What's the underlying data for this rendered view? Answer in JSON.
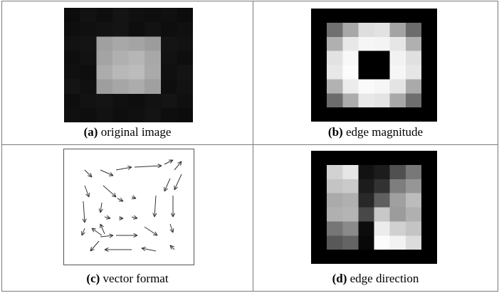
{
  "panels": [
    {
      "tag": "(a)",
      "caption": "original image"
    },
    {
      "tag": "(b)",
      "caption": "edge magnitude"
    },
    {
      "tag": "(c)",
      "caption": "vector format"
    },
    {
      "tag": "(d)",
      "caption": "edge direction"
    }
  ],
  "images": {
    "original": [
      [
        12,
        18,
        14,
        20,
        16,
        14,
        16,
        12
      ],
      [
        14,
        16,
        18,
        20,
        14,
        18,
        14,
        16
      ],
      [
        18,
        20,
        160,
        168,
        164,
        156,
        20,
        18
      ],
      [
        14,
        18,
        164,
        176,
        182,
        168,
        18,
        14
      ],
      [
        16,
        14,
        172,
        184,
        188,
        170,
        16,
        20
      ],
      [
        20,
        16,
        158,
        166,
        172,
        160,
        14,
        18
      ],
      [
        14,
        18,
        20,
        16,
        14,
        18,
        20,
        16
      ],
      [
        16,
        14,
        18,
        14,
        16,
        20,
        14,
        12
      ]
    ],
    "magnitude": [
      [
        0,
        0,
        0,
        0,
        0,
        0,
        0,
        0
      ],
      [
        0,
        112,
        168,
        222,
        226,
        164,
        108,
        0
      ],
      [
        0,
        176,
        232,
        246,
        244,
        230,
        176,
        0
      ],
      [
        0,
        226,
        248,
        0,
        0,
        242,
        224,
        0
      ],
      [
        0,
        232,
        252,
        0,
        0,
        246,
        230,
        0
      ],
      [
        0,
        178,
        236,
        250,
        246,
        228,
        170,
        0
      ],
      [
        0,
        108,
        172,
        232,
        228,
        168,
        110,
        0
      ],
      [
        0,
        0,
        0,
        0,
        0,
        0,
        0,
        0
      ]
    ],
    "direction": [
      [
        0,
        0,
        0,
        0,
        0,
        0,
        0,
        0
      ],
      [
        0,
        210,
        230,
        18,
        28,
        80,
        120,
        0
      ],
      [
        0,
        196,
        202,
        28,
        50,
        126,
        150,
        0
      ],
      [
        0,
        170,
        176,
        40,
        96,
        160,
        188,
        0
      ],
      [
        0,
        176,
        180,
        72,
        200,
        156,
        176,
        0
      ],
      [
        0,
        118,
        138,
        12,
        236,
        208,
        196,
        0
      ],
      [
        0,
        88,
        100,
        8,
        252,
        242,
        220,
        0
      ],
      [
        0,
        0,
        0,
        0,
        0,
        0,
        0,
        0
      ]
    ]
  }
}
